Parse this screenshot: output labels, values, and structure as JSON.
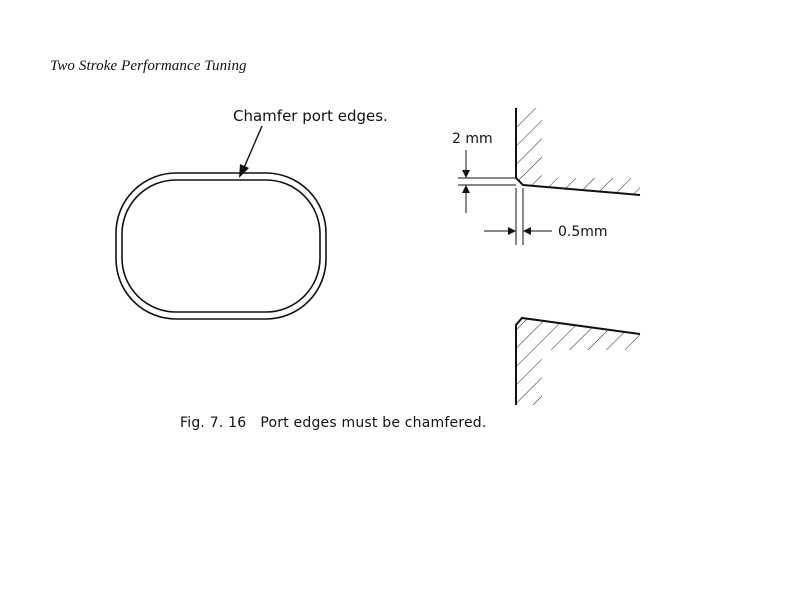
{
  "header": {
    "book_title": "Two Stroke Performance Tuning"
  },
  "diagram": {
    "port_label": "Chamfer port edges.",
    "dim_height": "2 mm",
    "dim_width": "0.5mm"
  },
  "caption": {
    "figure_number": "Fig. 7. 16",
    "text": "Port edges must be chamfered."
  }
}
